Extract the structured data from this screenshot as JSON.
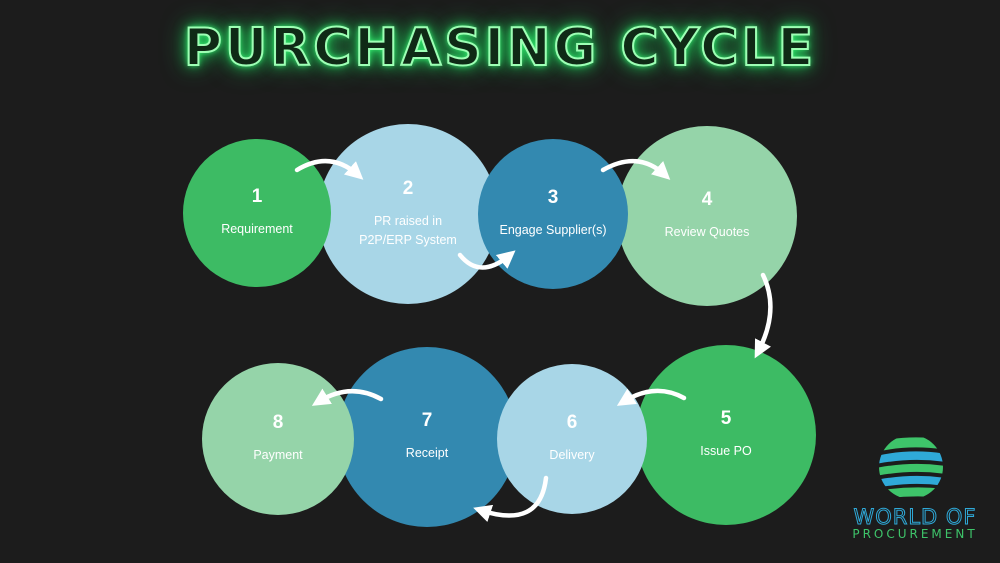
{
  "title": "PURCHASING CYCLE",
  "steps": [
    {
      "number": "1",
      "label": "Requirement",
      "color": "#3dbb64"
    },
    {
      "number": "2",
      "label": "PR raised in P2P/ERP System",
      "color": "#a8d6e7"
    },
    {
      "number": "3",
      "label": "Engage Supplier(s)",
      "color": "#3389b0"
    },
    {
      "number": "4",
      "label": "Review Quotes",
      "color": "#95d4a9"
    },
    {
      "number": "5",
      "label": "Issue PO",
      "color": "#3dbb64"
    },
    {
      "number": "6",
      "label": "Delivery",
      "color": "#a8d6e7"
    },
    {
      "number": "7",
      "label": "Receipt",
      "color": "#3389b0"
    },
    {
      "number": "8",
      "label": "Payment",
      "color": "#95d4a9"
    }
  ],
  "logo": {
    "line1": "WORLD OF",
    "line2": "PROCUREMENT",
    "icon": "globe-icon"
  }
}
